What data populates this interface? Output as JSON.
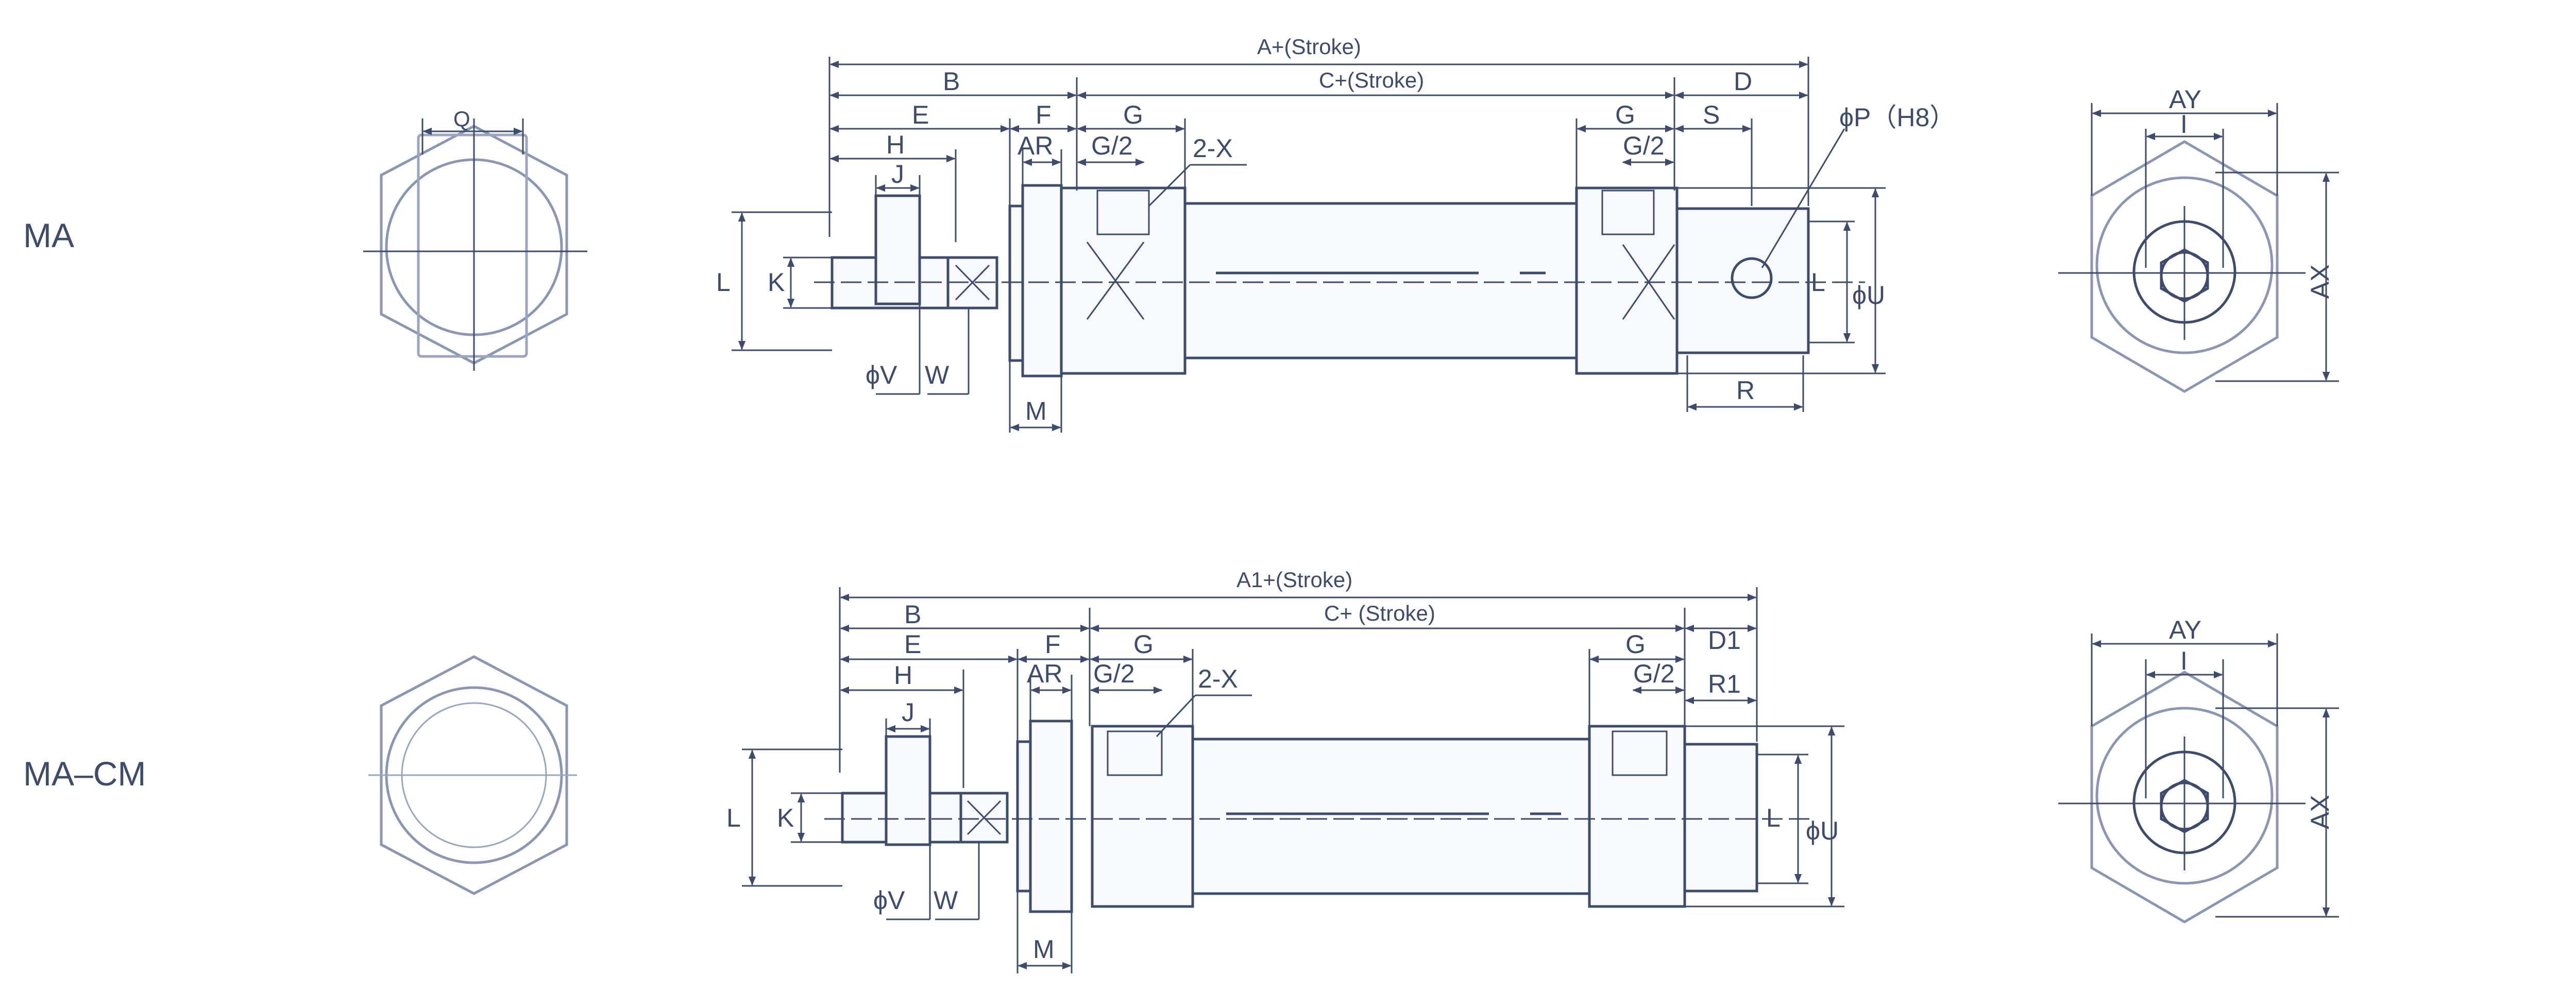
{
  "colors": {
    "line": "#3c4b6e",
    "pale": "#8a96b6",
    "background": "#ffffff"
  },
  "rows": [
    {
      "model": "MA",
      "end_view_left": {
        "label": "Q"
      },
      "side_view": {
        "overall": "A+(Stroke)",
        "B": "B",
        "C": "C+(Stroke)",
        "D": "D",
        "E": "E",
        "F": "F",
        "G_left": "G",
        "G_right": "G",
        "H": "H",
        "J": "J",
        "AR": "AR",
        "G2_left": "G/2",
        "X": "2-X",
        "G2_right": "G/2",
        "S": "S",
        "P": "ϕP（H8）",
        "L_left": "L",
        "K": "K",
        "V": "ϕV",
        "W": "W",
        "M": "M",
        "L_right": "L",
        "U": "ϕU",
        "R": "R"
      },
      "end_view_right": {
        "AY": "AY",
        "I": "I",
        "AX": "AX"
      }
    },
    {
      "model": "MA–CM",
      "side_view": {
        "overall": "A1+(Stroke)",
        "B": "B",
        "C": "C+ (Stroke)",
        "D": "D1",
        "E": "E",
        "F": "F",
        "G_left": "G",
        "G_right": "G",
        "H": "H",
        "J": "J",
        "AR": "AR",
        "G2_left": "G/2",
        "X": "2-X",
        "G2_right": "G/2",
        "R": "R1",
        "L_left": "L",
        "K": "K",
        "V": "ϕV",
        "W": "W",
        "M": "M",
        "L_right": "L",
        "U": "ϕU"
      },
      "end_view_right": {
        "AY": "AY",
        "I": "I",
        "AX": "AX"
      }
    }
  ]
}
